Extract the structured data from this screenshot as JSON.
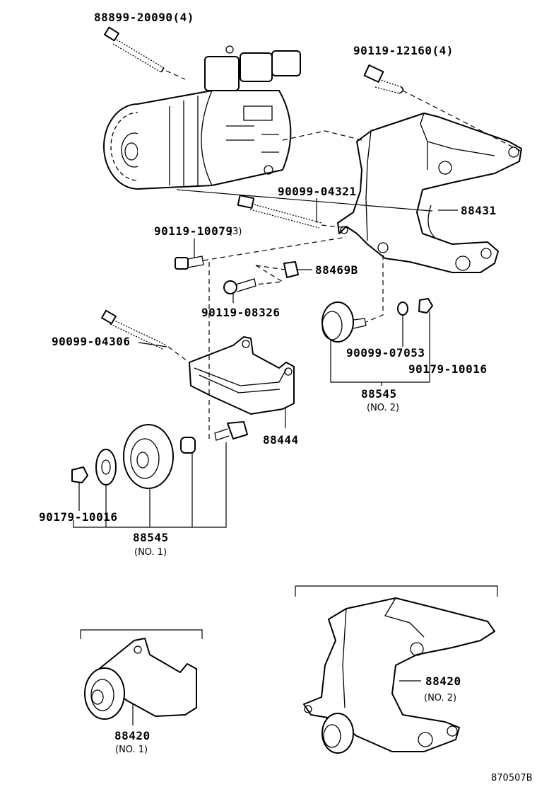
{
  "labels": {
    "bolt_top_left": "88899-20090(4)",
    "bolt_top_right": "90119-12160(4)",
    "stud_long": "90099-04321",
    "bracket_main": "88431",
    "bolt_small_a": "90119-10079",
    "bolt_small_a_suffix": "(3)",
    "clip": "88469B",
    "bolt_small_b": "90119-08326",
    "bolt_long": "90099-04306",
    "washer_spring": "90099-07053",
    "nut_right": "90179-10016",
    "pulley_no2": "88545",
    "pulley_no2_sub": "(NO. 2)",
    "bracket_idler": "88444",
    "nut_left": "90179-10016",
    "pulley_no1": "88545",
    "pulley_no1_sub": "(NO. 1)",
    "assy_no1": "88420",
    "assy_no1_sub": "(NO. 1)",
    "assy_no2": "88420",
    "assy_no2_sub": "(NO. 2)",
    "figure_code": "870507B"
  }
}
